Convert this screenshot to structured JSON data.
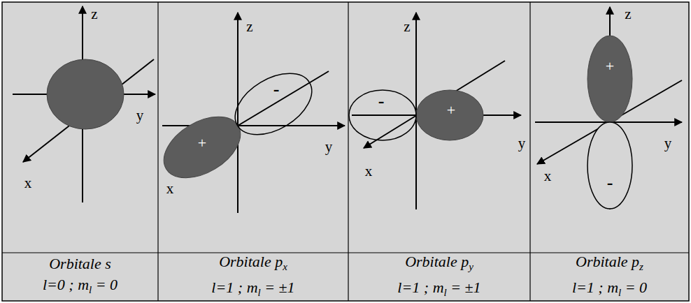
{
  "diagram": {
    "nodes": [
      {
        "text": [
          "z",
          "y",
          "x"
        ]
      },
      {
        "text": [
          "z",
          "+",
          "-",
          "y",
          "x"
        ]
      },
      {
        "text": [
          "z",
          "-",
          "+",
          "y",
          "x"
        ]
      },
      {
        "text": [
          "z",
          "+",
          "y",
          "x",
          "-"
        ]
      },
      {
        "text": [
          "Orbitale s",
          "l=0 ; m",
          "l",
          "= 0"
        ]
      },
      {
        "text": [
          "Orbitale p",
          "x",
          "l=1 ; m",
          "l",
          "= ±1"
        ]
      },
      {
        "text": [
          "Orbitale p",
          "y",
          "l=1 ; m",
          "l",
          "= ±1"
        ]
      },
      {
        "text": [
          "Orbitale p",
          "z",
          "l=1 ; m",
          "l",
          "= 0"
        ]
      }
    ]
  }
}
